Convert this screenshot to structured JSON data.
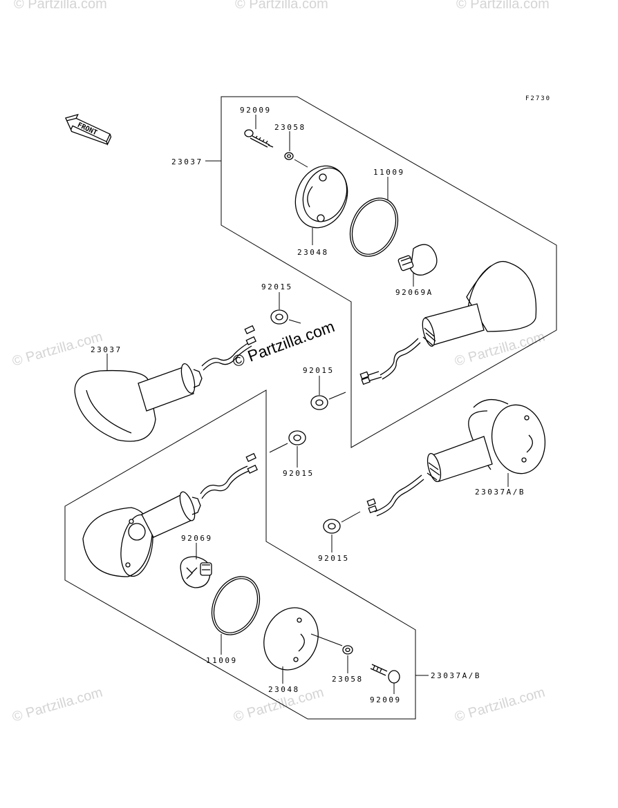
{
  "figure_code": "F2730",
  "front_label": "FRONT",
  "watermark_main": "© Partzilla.com",
  "watermarks": [
    "© Partzilla.com",
    "© Partzilla.com",
    "© Partzilla.com",
    "© Partzilla.com",
    "© Partzilla.com",
    "© Partzilla.com",
    "© Partzilla.com",
    "© Partzilla.com",
    "© Partzilla.com"
  ],
  "part_labels": {
    "p92009_top": "92009",
    "p23058_top": "23058",
    "p23037_top": "23037",
    "p11009_top": "11009",
    "p23048_top": "23048",
    "p92069A": "92069A",
    "p92015_a": "92015",
    "p23037_left": "23037",
    "p92015_b": "92015",
    "p92015_c": "92015",
    "p23037AB_right": "23037A/B",
    "p92015_d": "92015",
    "p92069": "92069",
    "p11009_bot": "11009",
    "p23048_bot": "23048",
    "p23058_bot": "23058",
    "p92009_bot": "92009",
    "p23037AB_bot": "23037A/B"
  }
}
